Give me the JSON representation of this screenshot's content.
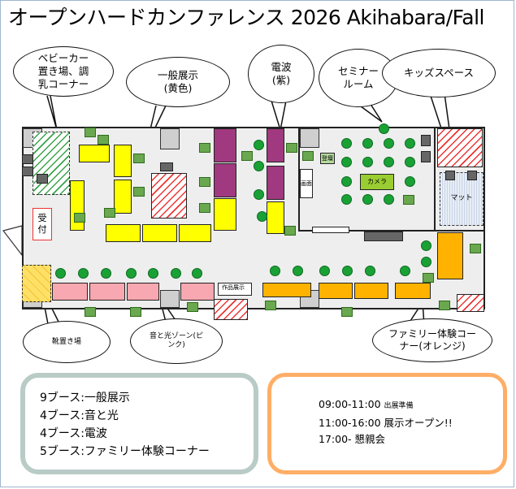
{
  "title": "オープンハードカンファレンス 2026 Akihabara/Fall",
  "callouts": {
    "stroller": "ベビーカー置き場、調乳コーナー",
    "general": "一般展示(黄色)",
    "radio": "電波(紫)",
    "seminar": "セミナールーム",
    "kids": "キッズスペース",
    "shoes": "靴置き場",
    "sound": "音と光ゾーン(ピンク)",
    "family": "ファミリー体験コーナー(オレンジ)"
  },
  "map_labels": {
    "reception": "受付",
    "podium": "登壇",
    "screen": "画面",
    "camera": "カメラ",
    "mat": "マット",
    "works": "作品展示"
  },
  "legend": {
    "booths": [
      "9ブース:一般展示",
      "4ブース:音と光",
      "4ブース:電波",
      "5ブース:ファミリー体験コーナー"
    ]
  },
  "schedule": {
    "l1_time": "09:00-11:00",
    "l1_text": "出展準備",
    "l2": "11:00-16:00 展示オープン!!",
    "l3": "17:00- 懇親会"
  },
  "colors": {
    "general": "#ffff00",
    "radio": "#a0397f",
    "sound": "#f7a8b0",
    "family": "#ffb300",
    "plant": "#1aa136"
  }
}
